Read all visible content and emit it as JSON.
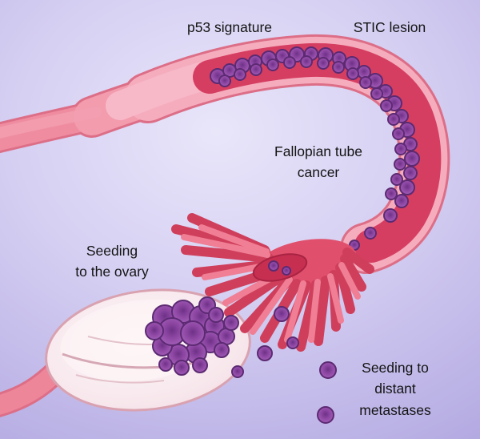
{
  "figure": {
    "labels": {
      "p53_signature": "p53 signature",
      "stic_lesion": "STIC lesion",
      "fallopian_tube_cancer": "Fallopian tube\ncancer",
      "seeding_ovary": "Seeding\nto the ovary",
      "seeding_metastases": "Seeding to\ndistant metastases"
    },
    "colors": {
      "background_center": "#e9e6fa",
      "background_edge": "#b4aae2",
      "tube_pink": "#f5adbe",
      "tube_edge": "#dd6e87",
      "lumen_red": "#d63e61",
      "fimbriae_red": "#e0506c",
      "cell_purple": "#a763bc",
      "cell_outline": "#5c2a72",
      "ovary_fill": "#f8ecef",
      "ovary_outline": "#d9a2b1",
      "text": "#141414"
    }
  }
}
